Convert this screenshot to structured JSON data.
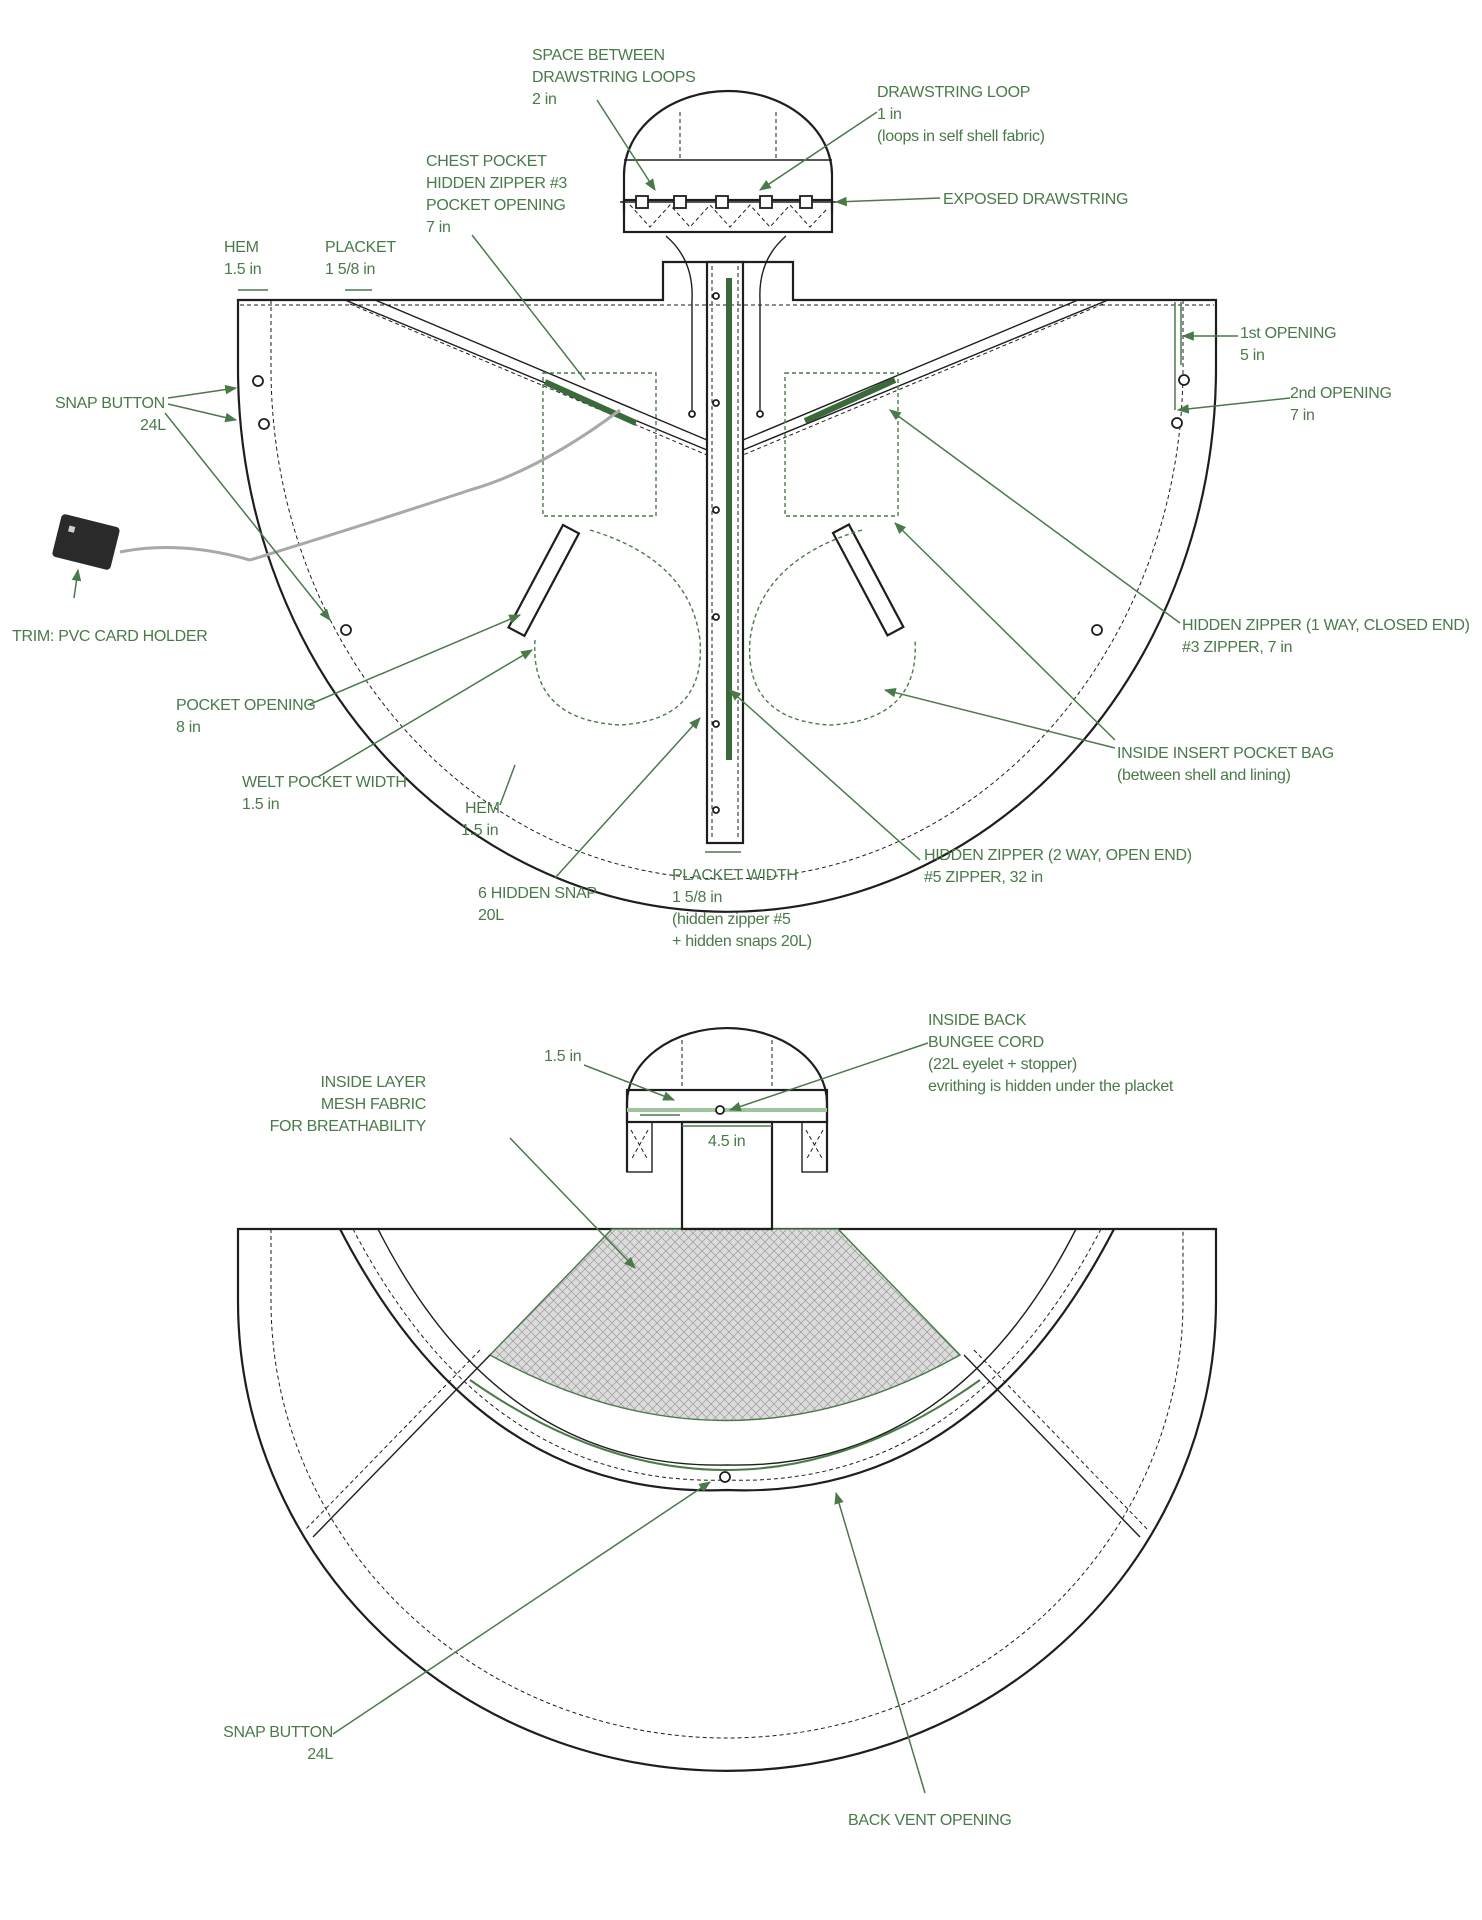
{
  "colors": {
    "line": "#1e1e1e",
    "annotation": "#4a7a4a",
    "mesh": "#d9d9d9"
  },
  "front": {
    "space_loops": [
      "SPACE BETWEEN",
      "DRAWSTRING LOOPS",
      "2 in"
    ],
    "drawstring_loop": [
      "DRAWSTRING LOOP",
      "1 in",
      "(loops in self shell fabric)"
    ],
    "exposed_drawstring": [
      "EXPOSED DRAWSTRING"
    ],
    "chest_pocket": [
      "CHEST POCKET",
      "HIDDEN ZIPPER #3",
      "POCKET OPENING",
      "7 in"
    ],
    "hem_top": [
      "HEM",
      "1.5 in"
    ],
    "placket_top": [
      "PLACKET",
      "1 5/8 in"
    ],
    "first_opening": [
      "1st OPENING",
      "5 in"
    ],
    "second_opening": [
      "2nd OPENING",
      "7 in"
    ],
    "snap_button": [
      "SNAP BUTTON",
      "24L"
    ],
    "trim": [
      "TRIM: PVC CARD HOLDER"
    ],
    "hidden_zipper_chest": [
      "HIDDEN ZIPPER (1 WAY, CLOSED END)",
      "#3 ZIPPER, 7 in"
    ],
    "inside_pocket_bag": [
      "INSIDE INSERT POCKET BAG",
      "(between shell and lining)"
    ],
    "pocket_opening": [
      "POCKET OPENING",
      "8 in"
    ],
    "welt_width": [
      "WELT POCKET WIDTH",
      "1.5 in"
    ],
    "hem_bottom": [
      "HEM",
      "1.5 in"
    ],
    "hidden_snap": [
      "6 HIDDEN SNAP",
      "20L"
    ],
    "placket_width": [
      "PLACKET WIDTH",
      "1 5/8 in",
      "(hidden zipper #5",
      "+ hidden snaps 20L)"
    ],
    "hidden_zipper_front": [
      "HIDDEN ZIPPER (2 WAY, OPEN END)",
      "#5 ZIPPER, 32 in"
    ]
  },
  "back": {
    "hood_seam": [
      "1.5 in"
    ],
    "bungee_cord": [
      "INSIDE BACK",
      "BUNGEE CORD",
      "(22L eyelet + stopper)",
      "evrithing is hidden under the placket"
    ],
    "bungee_length": [
      "4.5 in"
    ],
    "mesh_layer": [
      "INSIDE LAYER",
      "MESH FABRIC",
      "FOR BREATHABILITY"
    ],
    "snap_button": [
      "SNAP BUTTON",
      "24L"
    ],
    "back_vent": [
      "BACK VENT OPENING"
    ]
  }
}
